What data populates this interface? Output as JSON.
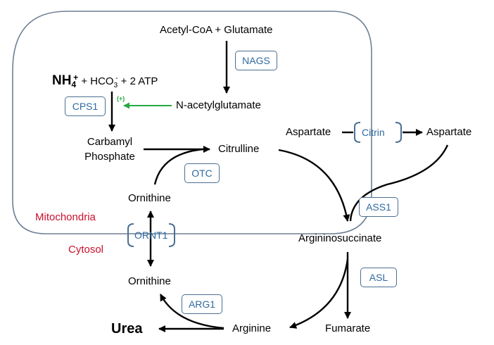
{
  "metabolites": {
    "acetyl_coa_glutamate": "Acetyl-CoA + Glutamate",
    "n_acetylglutamate": "N-acetylglutamate",
    "nh4": "NH",
    "nh4_sub": "4",
    "nh4_sup": "+",
    "hco3": "+ HCO",
    "hco3_sub": "3",
    "hco3_sup": "-",
    "atp": "+ 2 ATP",
    "carbamyl_line1": "Carbamyl",
    "carbamyl_line2": "Phosphate",
    "citrulline": "Citrulline",
    "ornithine_mito": "Ornithine",
    "ornithine_cyto": "Ornithine",
    "aspartate_left": "Aspartate",
    "aspartate_right": "Aspartate",
    "argininosuccinate": "Argininosuccinate",
    "fumarate": "Fumarate",
    "arginine": "Arginine",
    "urea": "Urea"
  },
  "enzymes": {
    "nags": "NAGS",
    "cps1": "CPS1",
    "otc": "OTC",
    "ornt1": "ORNT1",
    "citrin": "Citrin",
    "ass1": "ASS1",
    "asl": "ASL",
    "arg1": "ARG1"
  },
  "activation_mark": "(+)",
  "compartments": {
    "mitochondria": "Mitochondria",
    "cytosol": "Cytosol"
  },
  "colors": {
    "enzyme_text": "#2f6aa0",
    "enzyme_border": "#4a6f93",
    "membrane": "#6f7f95",
    "activation": "#27a844",
    "compartment_label": "#c8102e"
  }
}
